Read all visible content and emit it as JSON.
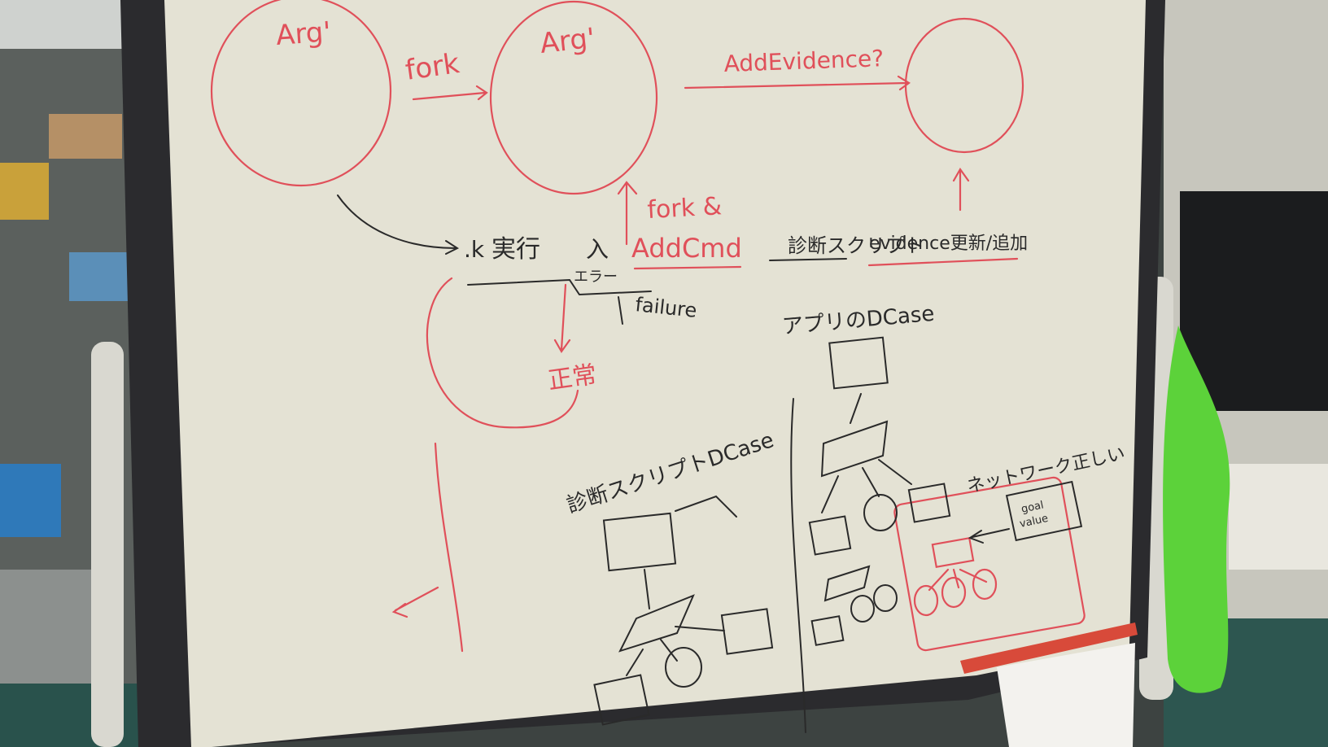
{
  "photo": {
    "subject": "whiteboard-photo"
  },
  "colors": {
    "board": "#e4e2d4",
    "frame": "#2b2b2e",
    "red_ink": "#e0505a",
    "black_ink": "#2a2a2a",
    "green_bag": "#5cd23a",
    "wall": "#b9b8ad"
  },
  "top_row": {
    "circle1_label": "Arg'",
    "circle2_label": "Arg'",
    "arrow1_label": "fork",
    "arrow2_label": "AddEvidence?"
  },
  "flow": {
    "start": ".k",
    "step1": "実行",
    "step2": "入",
    "add_cmd": "AddCmd",
    "fork_add": "fork &",
    "diag": "診断スクリプト",
    "evidence": "evidence更新/追加",
    "failure": "failure",
    "error_mark": "エラー",
    "normal": "正常"
  },
  "lower_left": {
    "title": "診断スクリプトDCase"
  },
  "lower_right": {
    "title": "アプリのDCase",
    "network_ok": "ネットワーク正しい",
    "note_line1": "goal",
    "note_line2": "value"
  }
}
